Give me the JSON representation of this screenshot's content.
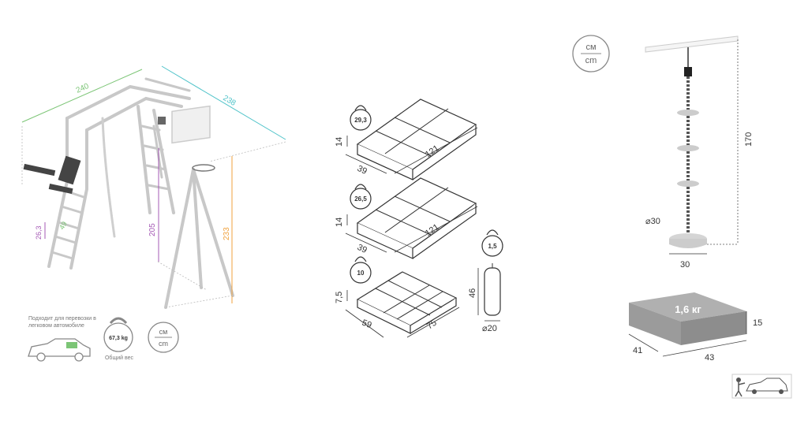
{
  "colors": {
    "green": "#7cc576",
    "teal": "#4fc3c9",
    "purple": "#a55ab5",
    "orange": "#f0a13c",
    "frame": "#c8c8c8",
    "box": "#9b9b9b",
    "dark": "#333333"
  },
  "left": {
    "dim_width": "240",
    "dim_depth": "238",
    "dim_height_bar": "205",
    "dim_height_hoop": "233",
    "dim_ladder_gap": "26,3",
    "dim_ladder_step": "49",
    "car_text": "Подходит для перевозки в легковом автомобиле",
    "total_weight": "67,3 kg",
    "total_weight_label": "Общий вес",
    "unit_top": "см",
    "unit_bottom": "cm",
    "icons": [
      "car-icon",
      "kettlebell-icon",
      "units-icon"
    ]
  },
  "boxes": [
    {
      "weight": "29,3",
      "h": "14",
      "w": "39",
      "l": "121"
    },
    {
      "weight": "26,5",
      "h": "14",
      "w": "39",
      "l": "121"
    },
    {
      "weight": "10",
      "h": "7,5",
      "w": "59",
      "l": "75"
    }
  ],
  "bag": {
    "weight": "1,5",
    "height": "46",
    "diameter": "⌀20"
  },
  "rope": {
    "unit_top": "см",
    "unit_bottom": "cm",
    "length": "170",
    "seat_diameter": "⌀30",
    "base_width": "30"
  },
  "package": {
    "weight": "1,6 кг",
    "h": "15",
    "w": "41",
    "l": "43"
  },
  "footer_icon": "person-loading-car-icon"
}
